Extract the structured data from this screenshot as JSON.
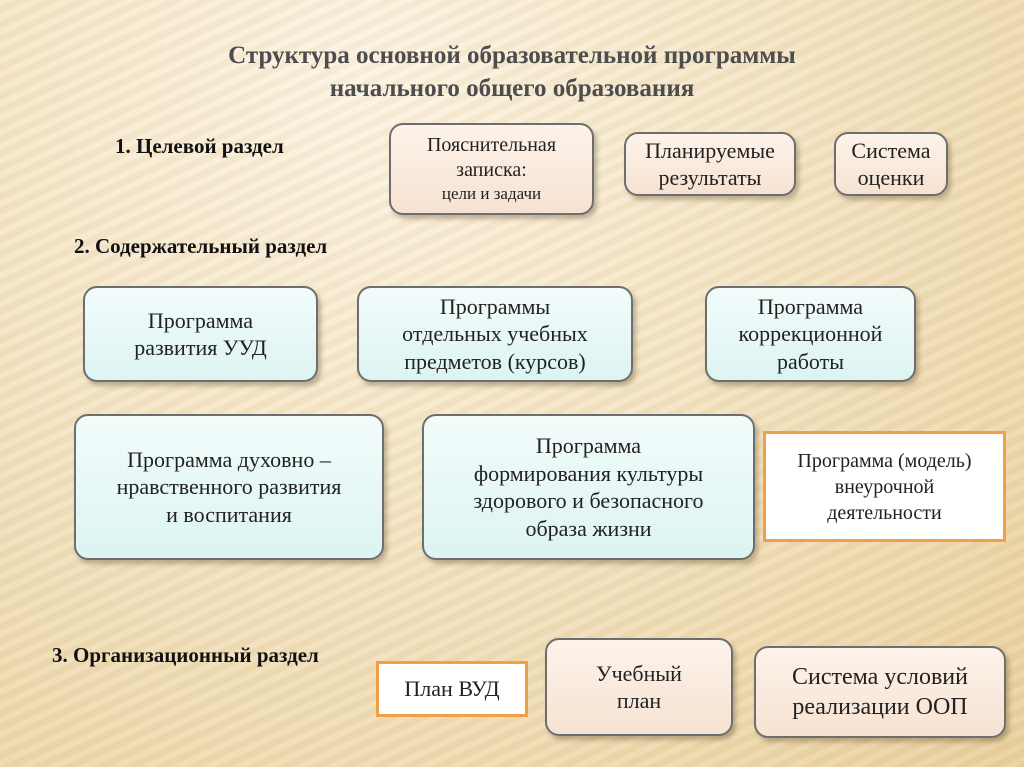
{
  "title": {
    "line1": "Структура основной образовательной программы",
    "line2": "начального общего образования"
  },
  "sections": {
    "s1": "1. Целевой раздел",
    "s2": "2. Содержательный раздел",
    "s3": "3. Организационный раздел"
  },
  "target": {
    "explanatory": {
      "l1": "Пояснительная",
      "l2": "записка:",
      "l3": "цели и задачи"
    },
    "planned": {
      "l1": "Планируемые",
      "l2": "результаты"
    },
    "assessment": {
      "l1": "Система",
      "l2": "оценки"
    }
  },
  "content": {
    "uud": {
      "l1": "Программа",
      "l2": "развития УУД"
    },
    "subjects": {
      "l1": "Программы",
      "l2": "отдельных  учебных",
      "l3": "предметов (курсов)"
    },
    "correction": {
      "l1": "Программа",
      "l2": "коррекционной",
      "l3": "работы"
    },
    "spiritual": {
      "l1": "Программа духовно –",
      "l2": "нравственного развития",
      "l3": "и воспитания"
    },
    "health": {
      "l1": "Программа",
      "l2": "формирования культуры",
      "l3": "здорового  и безопасного",
      "l4": "образа жизни"
    },
    "extracurricular": {
      "l1": "Программа (модель)",
      "l2": "внеурочной",
      "l3": "деятельности"
    }
  },
  "organizational": {
    "vud_plan": "План ВУД",
    "curriculum": {
      "l1": "Учебный",
      "l2": "план"
    },
    "conditions": {
      "l1": "Система условий",
      "l2": "реализации ООП"
    }
  },
  "colors": {
    "peach_box": "#f6e2d2",
    "mint_box": "#ddf4f1",
    "orange_border": "#f0a048",
    "box_border": "#6e6e6e"
  }
}
